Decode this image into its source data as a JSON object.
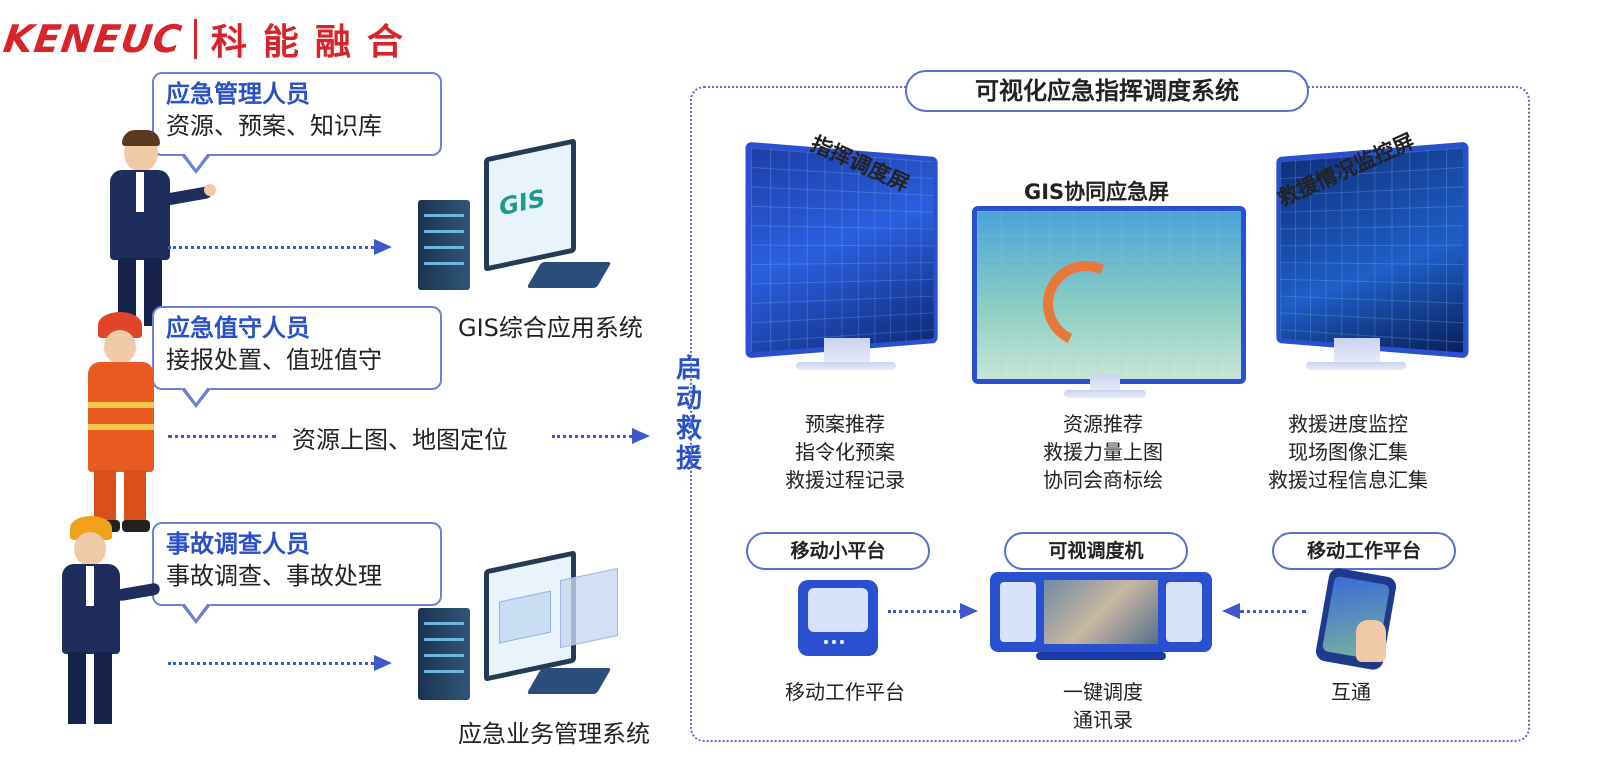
{
  "logo": {
    "en": "KENEUC",
    "cn": "科能融合"
  },
  "roles": [
    {
      "title": "应急管理人员",
      "desc": "资源、预案、知识库"
    },
    {
      "title": "应急值守人员",
      "desc": "接报处置、值班值守"
    },
    {
      "title": "事故调查人员",
      "desc": "事故调查、事故处理"
    }
  ],
  "systems": {
    "gis": "GIS综合应用系统",
    "business": "应急业务管理系统"
  },
  "map_label": "资源上图、地图定位",
  "launch_rescue": [
    "启",
    "动",
    "救",
    "援"
  ],
  "right": {
    "title": "可视化应急指挥调度系统",
    "screens": [
      {
        "name": "指挥调度屏",
        "lines": [
          "预案推荐",
          "指令化预案",
          "救援过程记录"
        ]
      },
      {
        "name": "GIS协同应急屏",
        "lines": [
          "资源推荐",
          "救援力量上图",
          "协同会商标绘"
        ]
      },
      {
        "name": "救援情况监控屏",
        "lines": [
          "救援进度监控",
          "现场图像汇集",
          "救援过程信息汇集"
        ]
      }
    ],
    "devices": [
      {
        "pill": "移动小平台",
        "lines": [
          "移动工作平台"
        ]
      },
      {
        "pill": "可视调度机",
        "lines": [
          "一键调度",
          "通讯录"
        ]
      },
      {
        "pill": "移动工作平台",
        "lines": [
          "互通"
        ]
      }
    ]
  },
  "colors": {
    "accent": "#2a50c8",
    "brand": "#d8232a",
    "border": "#5a6fd0"
  }
}
